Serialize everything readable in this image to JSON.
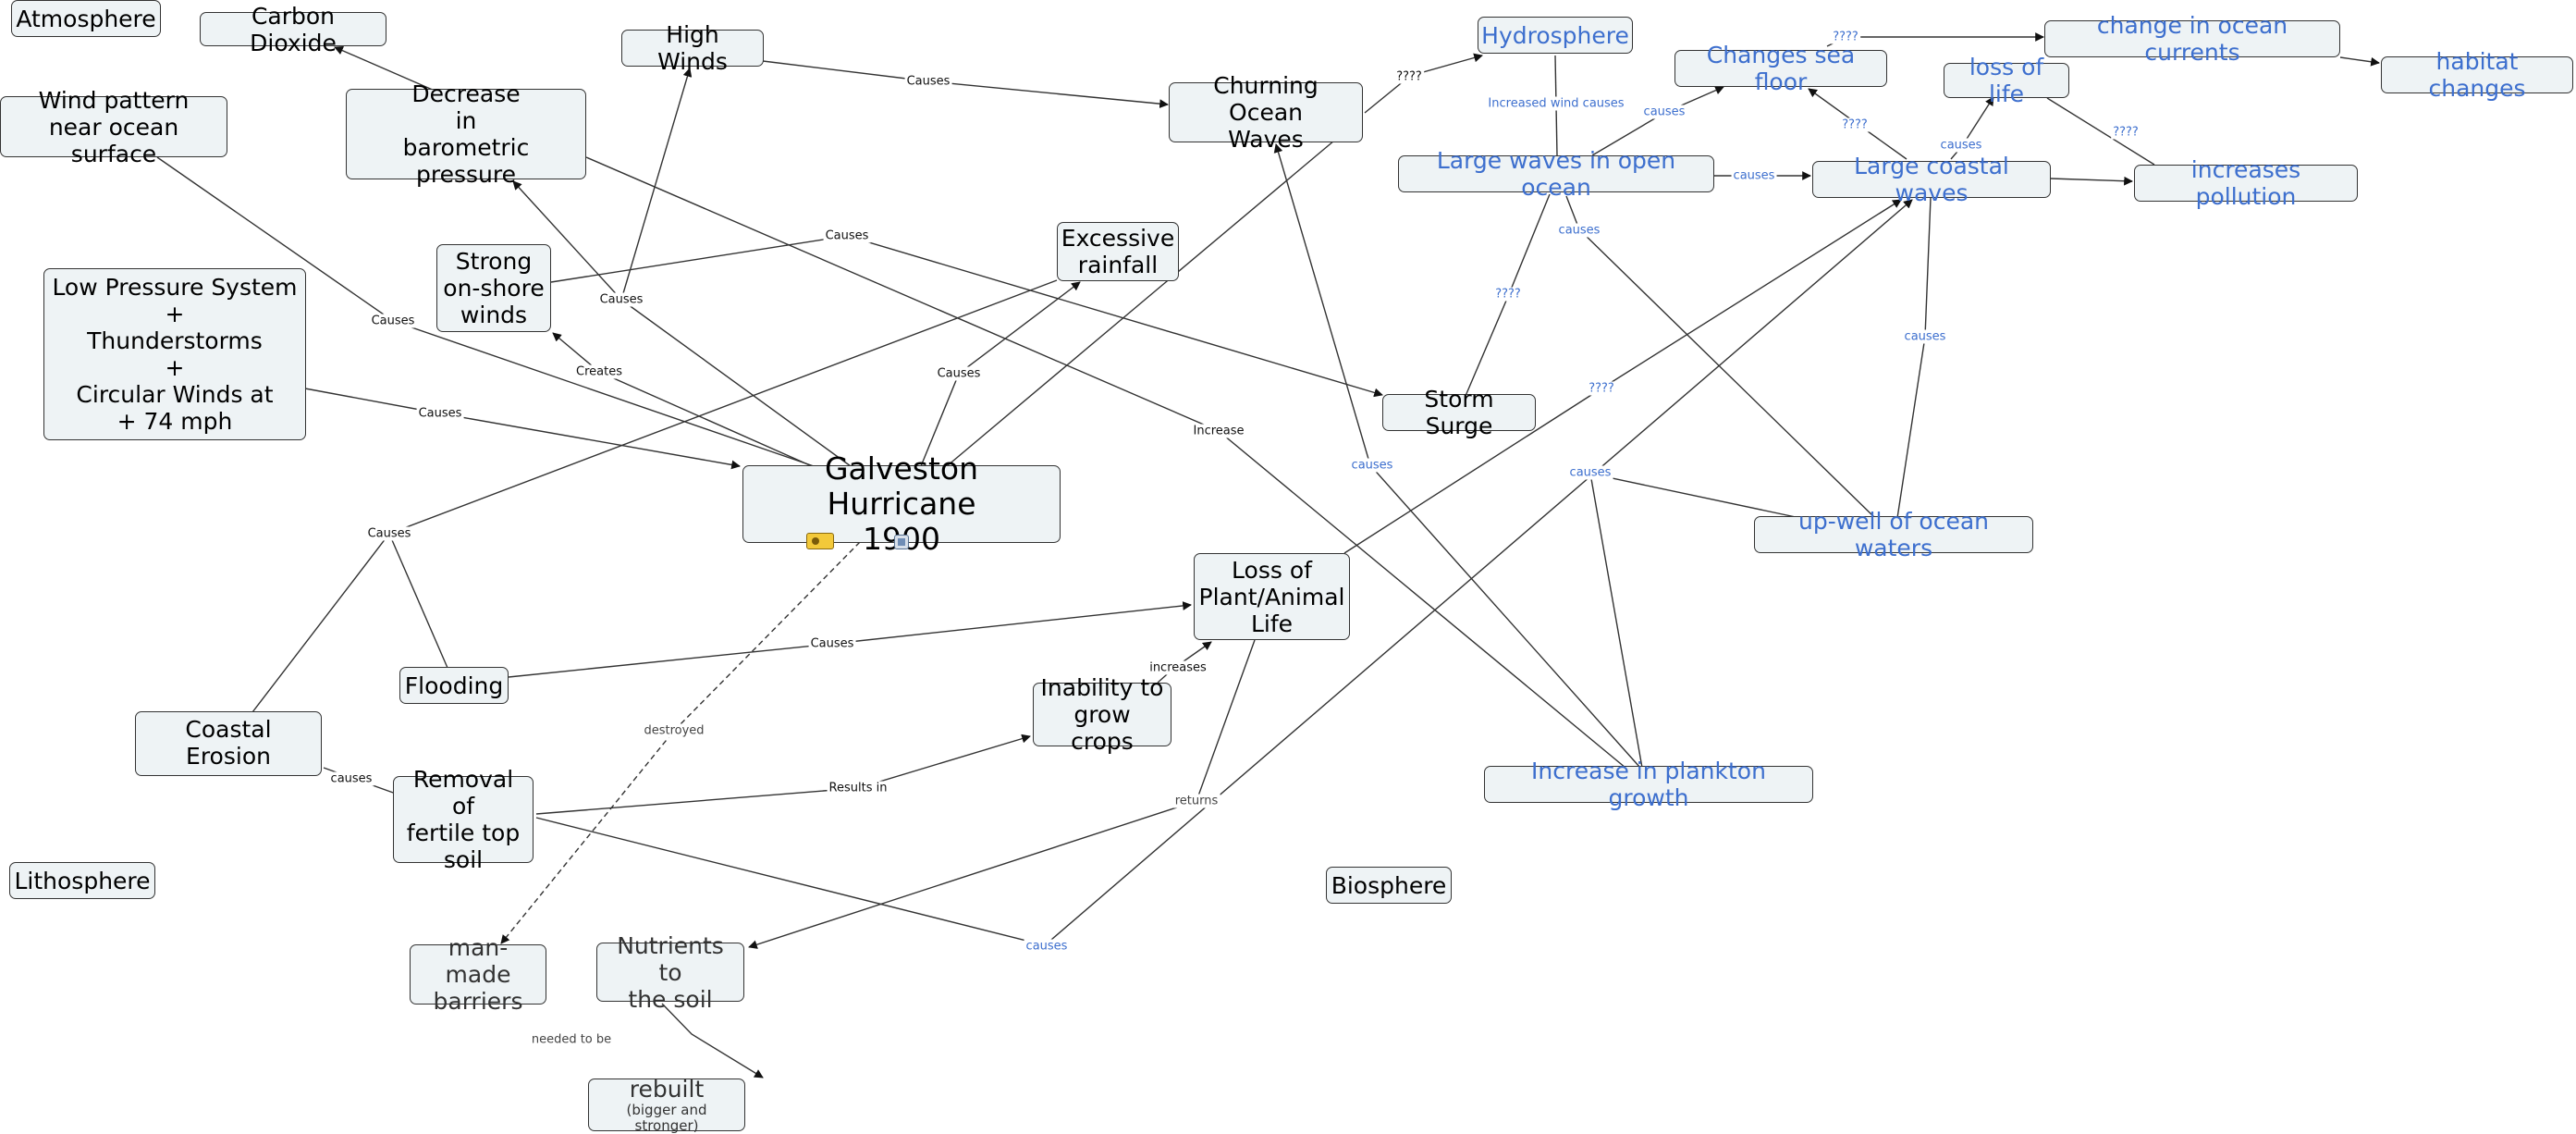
{
  "nodes": {
    "atmosphere": "Atmosphere",
    "carbon_dioxide": "Carbon Dioxide",
    "high_winds": "High Winds",
    "hydrosphere": "Hydrosphere",
    "changes_sea_floor": "Changes sea floor",
    "change_ocean_currents": "change in ocean currents",
    "habitat_changes": "habitat changes",
    "wind_pattern": "Wind  pattern\nnear ocean surface",
    "decrease_pressure": "Decrease\nin\nbarometric pressure",
    "churning_waves": "Churning Ocean\nWaves",
    "loss_of_life": "loss of life",
    "large_waves_open": "Large waves in open ocean",
    "large_coastal_waves": "Large coastal waves",
    "increases_pollution": "increases pollution",
    "strong_winds": "Strong\non-shore\nwinds",
    "excessive_rainfall": "Excessive\nrainfall",
    "low_pressure": "Low Pressure System\n+\nThunderstorms\n+\nCircular Winds at\n+ 74 mph",
    "storm_surge": "Storm Surge",
    "galveston": "Galveston Hurricane\n1900",
    "upwell": "up-well of ocean waters",
    "loss_plant_animal": "Loss of\nPlant/Animal\nLife",
    "flooding": "Flooding",
    "coastal_erosion": "Coastal Erosion",
    "inability_crops": "Inability to\ngrow crops",
    "plankton": "Increase in plankton growth",
    "removal_soil": "Removal of\nfertile top\nsoil",
    "lithosphere": "Lithosphere",
    "biosphere": "Biosphere",
    "barriers": "man-made\nbarriers",
    "nutrients": "Nutrients to\nthe soil",
    "rebuilt": "rebuilt",
    "rebuilt_sub": "(bigger and stronger)"
  },
  "link_labels": {
    "causes_high_winds_churning": "Causes",
    "q_churning_hydro": "????",
    "increased_wind_causes": "Increased wind causes",
    "causes_open_seafloor": "causes",
    "q_seafloor_currents": "????",
    "causes_open_coastal": "causes",
    "q_coastal_seafloor": "????",
    "causes_coastal_loss": "causes",
    "q_loss_pollution": "????",
    "causes_strong_winds": "Causes",
    "causes_strong_surge": "Causes",
    "causes_wind_pattern": "Causes",
    "creates": "Creates",
    "causes_low_pressure": "Causes",
    "causes_galveston_rainfall": "Causes",
    "q_open_surge": "????",
    "causes_open_upwell": "causes",
    "q_plant_coastal": "????",
    "causes_coastal_upwell": "causes",
    "increase": "Increase",
    "causes_plankton_churning": "causes",
    "causes_upwell_plankton": "causes",
    "causes_rainfall_erosion": "Causes",
    "causes_flooding_plant": "Causes",
    "increases": "increases",
    "destroyed": "destroyed",
    "causes_erosion_removal": "causes",
    "results_in": "Results in",
    "returns": "returns",
    "causes_removal_coastal": "causes",
    "needed_to_be": "needed to be"
  },
  "colors": {
    "node_fill": "#eef3f5",
    "node_border": "#333333",
    "line": "#333333",
    "blue_text": "#3d6fce"
  },
  "icons": [
    "attachment-image-icon",
    "attachment-document-icon"
  ]
}
